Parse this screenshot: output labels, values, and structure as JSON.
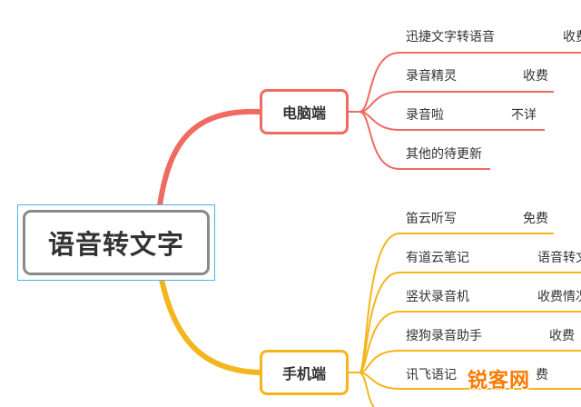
{
  "root": {
    "label": "语音转文字"
  },
  "colors": {
    "pc_branch": "#ef6b61",
    "mobile_branch": "#f5b51c",
    "root_frame": "#4ab4e6"
  },
  "branches": {
    "pc": {
      "label": "电脑端",
      "items": [
        {
          "name": "迅捷文字转语音",
          "note": "收费"
        },
        {
          "name": "录音精灵",
          "note": "收费"
        },
        {
          "name": "录音啦",
          "note": "不详"
        },
        {
          "name": "其他的待更新",
          "note": ""
        }
      ]
    },
    "mobile": {
      "label": "手机端",
      "items": [
        {
          "name": "笛云听写",
          "note": "免费"
        },
        {
          "name": "有道云笔记",
          "note": "语音转文"
        },
        {
          "name": "竖状录音机",
          "note": "收费情况"
        },
        {
          "name": "搜狗录音助手",
          "note": "收费"
        },
        {
          "name": "讯飞语记",
          "note": "费"
        }
      ]
    }
  },
  "watermark": "锐客网"
}
